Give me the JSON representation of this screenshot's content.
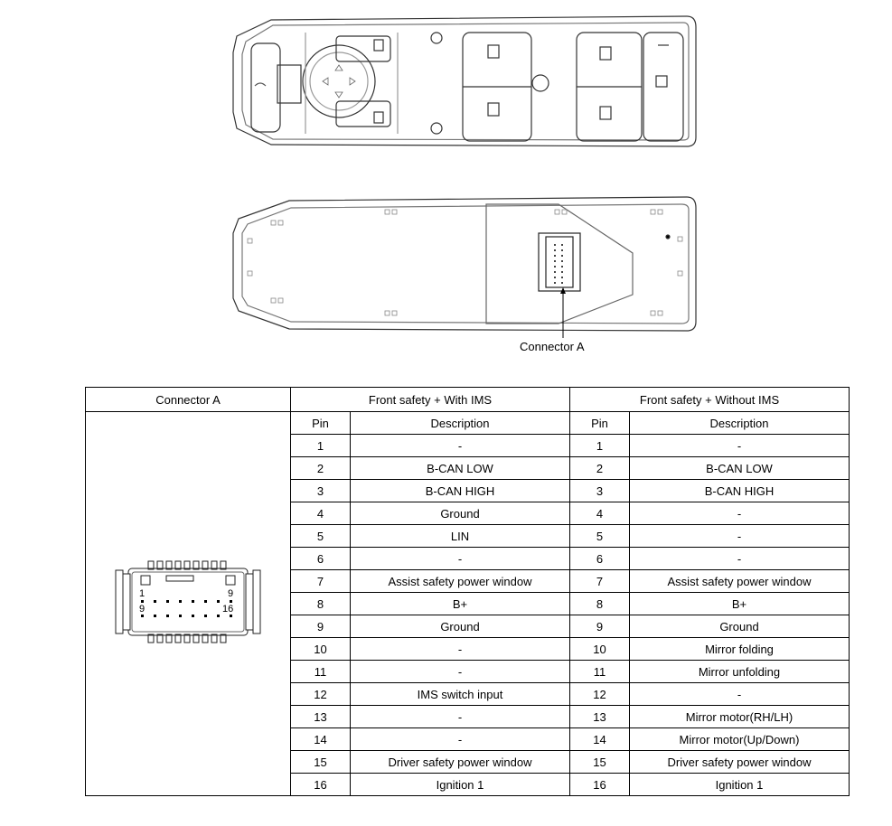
{
  "diagram": {
    "callout_label": "Connector A",
    "connector_pin_labels": {
      "top_left": "1",
      "top_right": "9",
      "bottom_left": "9",
      "bottom_right": "16"
    }
  },
  "pin_table": {
    "headers": {
      "connector": "Connector A",
      "with_ims": "Front safety + With IMS",
      "without_ims": "Front safety + Without IMS",
      "pin": "Pin",
      "description": "Description"
    },
    "rows": [
      {
        "pin": "1",
        "with_ims": "-",
        "without_ims": "-"
      },
      {
        "pin": "2",
        "with_ims": "B-CAN LOW",
        "without_ims": "B-CAN LOW"
      },
      {
        "pin": "3",
        "with_ims": "B-CAN HIGH",
        "without_ims": "B-CAN HIGH"
      },
      {
        "pin": "4",
        "with_ims": "Ground",
        "without_ims": "-"
      },
      {
        "pin": "5",
        "with_ims": "LIN",
        "without_ims": "-"
      },
      {
        "pin": "6",
        "with_ims": "-",
        "without_ims": "-"
      },
      {
        "pin": "7",
        "with_ims": "Assist safety power window",
        "without_ims": "Assist safety power window"
      },
      {
        "pin": "8",
        "with_ims": "B+",
        "without_ims": "B+"
      },
      {
        "pin": "9",
        "with_ims": "Ground",
        "without_ims": "Ground"
      },
      {
        "pin": "10",
        "with_ims": "-",
        "without_ims": "Mirror folding"
      },
      {
        "pin": "11",
        "with_ims": "-",
        "without_ims": "Mirror unfolding"
      },
      {
        "pin": "12",
        "with_ims": "IMS switch input",
        "without_ims": "-"
      },
      {
        "pin": "13",
        "with_ims": "-",
        "without_ims": "Mirror motor(RH/LH)"
      },
      {
        "pin": "14",
        "with_ims": "-",
        "without_ims": "Mirror motor(Up/Down)"
      },
      {
        "pin": "15",
        "with_ims": "Driver safety power window",
        "without_ims": "Driver safety power window"
      },
      {
        "pin": "16",
        "with_ims": "Ignition 1",
        "without_ims": "Ignition 1"
      }
    ]
  }
}
